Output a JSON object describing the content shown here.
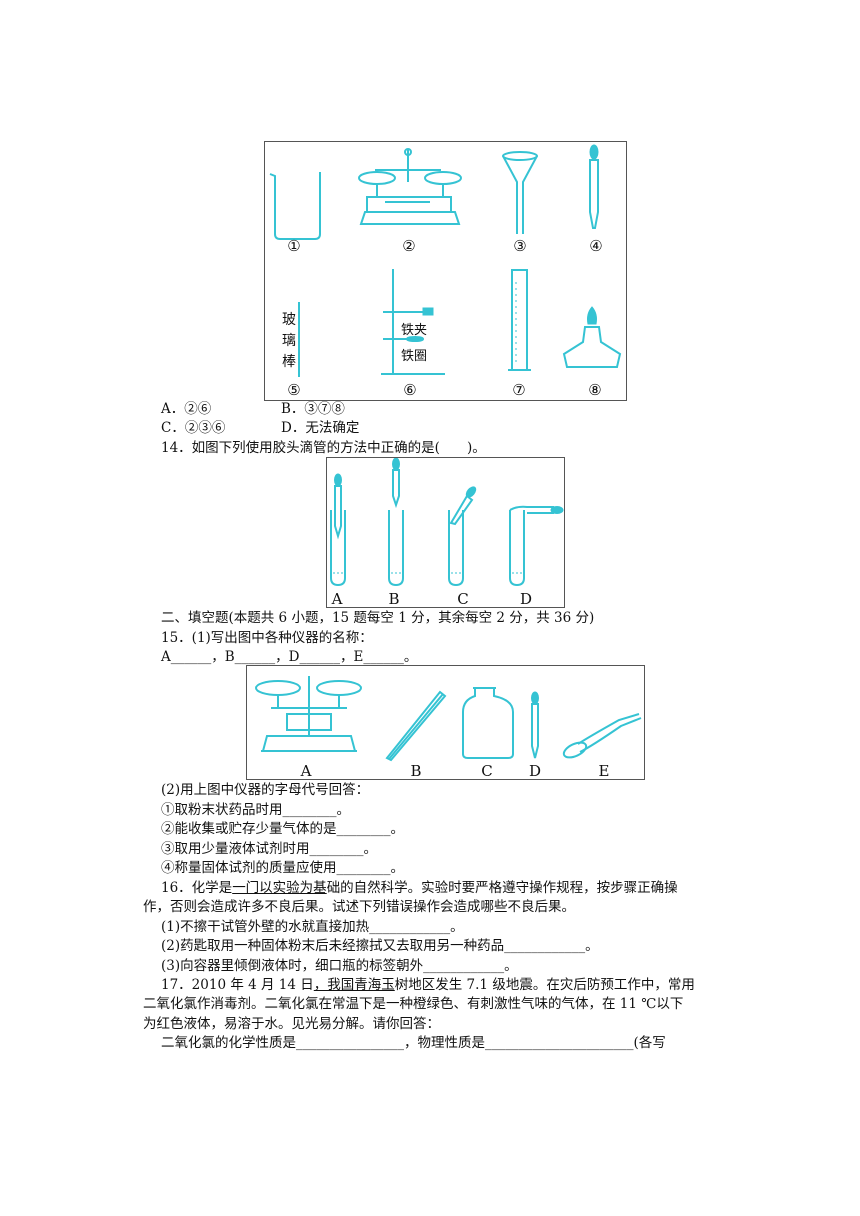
{
  "figure1": {
    "numbers": [
      "①",
      "②",
      "③",
      "④",
      "⑤",
      "⑥",
      "⑦",
      "⑧"
    ],
    "label_rod": [
      "玻",
      "璃",
      "棒"
    ],
    "label_clamp": "铁夹",
    "label_ring": "铁圈"
  },
  "q13_options": {
    "a": "A．②⑥",
    "b": "B．③⑦⑧",
    "c": "C．②③⑥",
    "d": "D．无法确定"
  },
  "q14": {
    "text": "14．如图下列使用胶头滴管的方法中正确的是(　　)。"
  },
  "figure2": {
    "labels": [
      "A",
      "B",
      "C",
      "D"
    ]
  },
  "section2": {
    "title": "二、填空题(本题共 6 小题，15 题每空 1 分，其余每空 2 分，共 36 分)"
  },
  "q15": {
    "part1": "15．(1)写出图中各种仪器的名称：",
    "blanks": "A______，B______，D______，E______。",
    "part2": "(2)用上图中仪器的字母代号回答：",
    "items": [
      "①取粉末状药品时用________。",
      "②能收集或贮存少量气体的是________。",
      "③取用少量液体试剂时用________。",
      "④称量固体试剂的质量应使用________。"
    ]
  },
  "figure3": {
    "labels": [
      "A",
      "B",
      "C",
      "D",
      "E"
    ]
  },
  "q16": {
    "line1_pre": "16．化学是",
    "line1_underlined": "一门以实验为基",
    "line1_post": "础的自然科学。实验时要严格遵守操作规程，按步骤正确操",
    "line2": "作，否则会造成许多不良后果。试述下列错误操作会造成哪些不良后果。",
    "items": [
      "(1)不擦干试管外壁的水就直接加热____________。",
      "(2)药匙取用一种固体粉末后未经擦拭又去取用另一种药品____________。",
      "(3)向容器里倾倒液体时，细口瓶的标签朝外____________。"
    ]
  },
  "q17": {
    "line1_pre": "17．2010 年 4 月 14 日",
    "line1_underlined": "，我国青海玉",
    "line1_post": "树地区发生 7.1 级地震。在灾后防预工作中，常用",
    "line2": "二氧化氯作消毒剂。二氧化氯在常温下是一种橙绿色、有刺激性气味的气体，在 11 ℃以下",
    "line3": "为红色液体，易溶于水。见光易分解。请你回答：",
    "line4": "二氧化氯的化学性质是________________，物理性质是______________________(各写"
  }
}
